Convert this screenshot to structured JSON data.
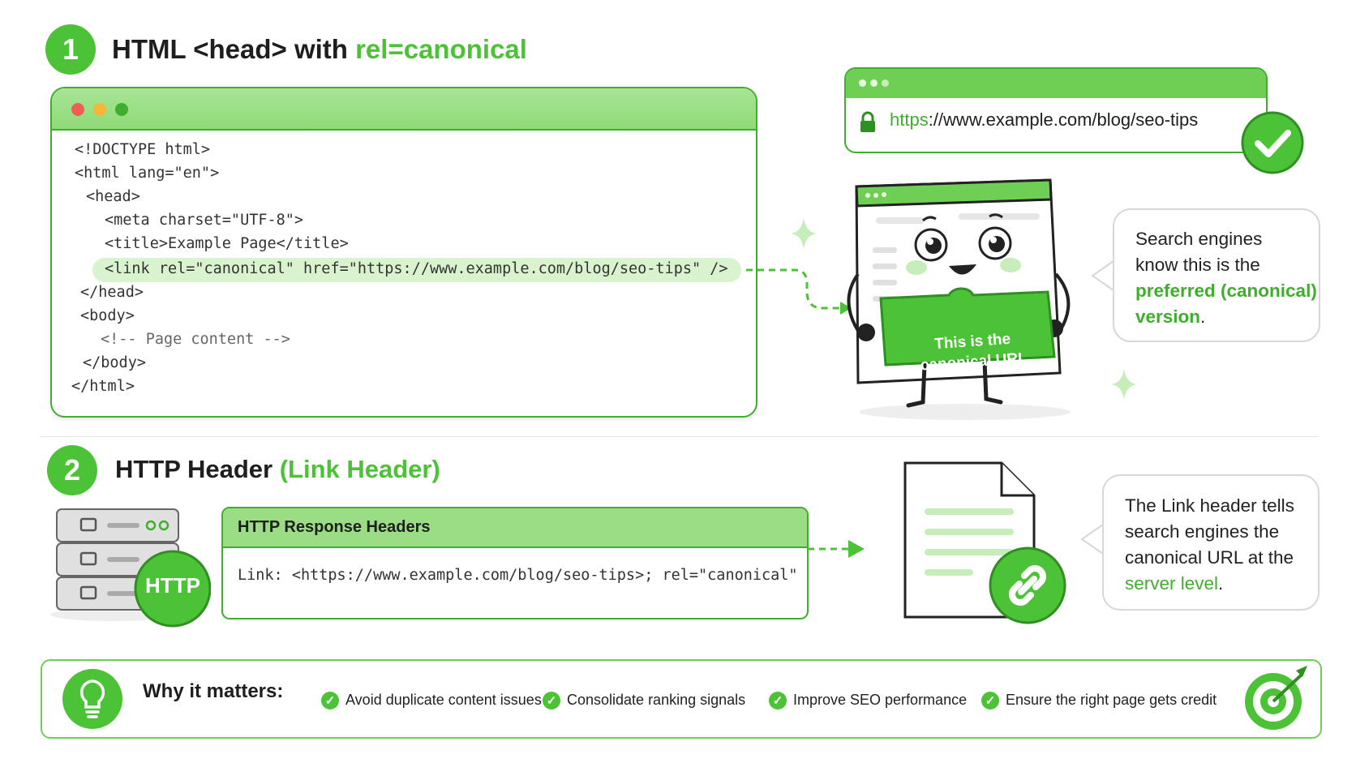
{
  "section1": {
    "number": "1",
    "title_main": "HTML <head> with ",
    "title_accent": "rel=canonical",
    "code_lines": {
      "l1": "<!DOCTYPE html>",
      "l2": "<html lang=\"en\">",
      "l3": "<head>",
      "l4": "<meta charset=\"UTF-8\">",
      "l5": "<title>Example Page</title>",
      "l6": "<link rel=\"canonical\" href=\"https://www.example.com/blog/seo-tips\" />",
      "l7": "</head>",
      "l8": "<body>",
      "l9": "<!-- Page content -->",
      "l10": "</body>",
      "l11": "</html>"
    },
    "url_scheme": "https",
    "url_rest": "://www.example.com/blog/seo-tips",
    "sign_text_1": "This is the",
    "sign_text_2": "canonical URL",
    "bubble": {
      "line1": "Search engines",
      "line2": "know this is the",
      "accent1": "preferred (canonical)",
      "accent2": "version",
      "end": "."
    }
  },
  "section2": {
    "number": "2",
    "title_main": "HTTP Header ",
    "title_accent": "(Link Header)",
    "server_badge": "HTTP",
    "panel_title": "HTTP Response Headers",
    "header_line": "Link: <https://www.example.com/blog/seo-tips>; rel=\"canonical\"",
    "bubble": {
      "line1": "The Link header tells",
      "line2": "search engines the",
      "line3": "canonical URL at the",
      "accent": "server level",
      "end": "."
    }
  },
  "matters": {
    "title": "Why it matters:",
    "items": [
      "Avoid duplicate content issues",
      "Consolidate ranking signals",
      "Improve SEO performance",
      "Ensure the right page gets credit"
    ]
  },
  "colors": {
    "accent": "#4cc236",
    "border": "#3fae2c",
    "light": "#d9f3cf"
  }
}
